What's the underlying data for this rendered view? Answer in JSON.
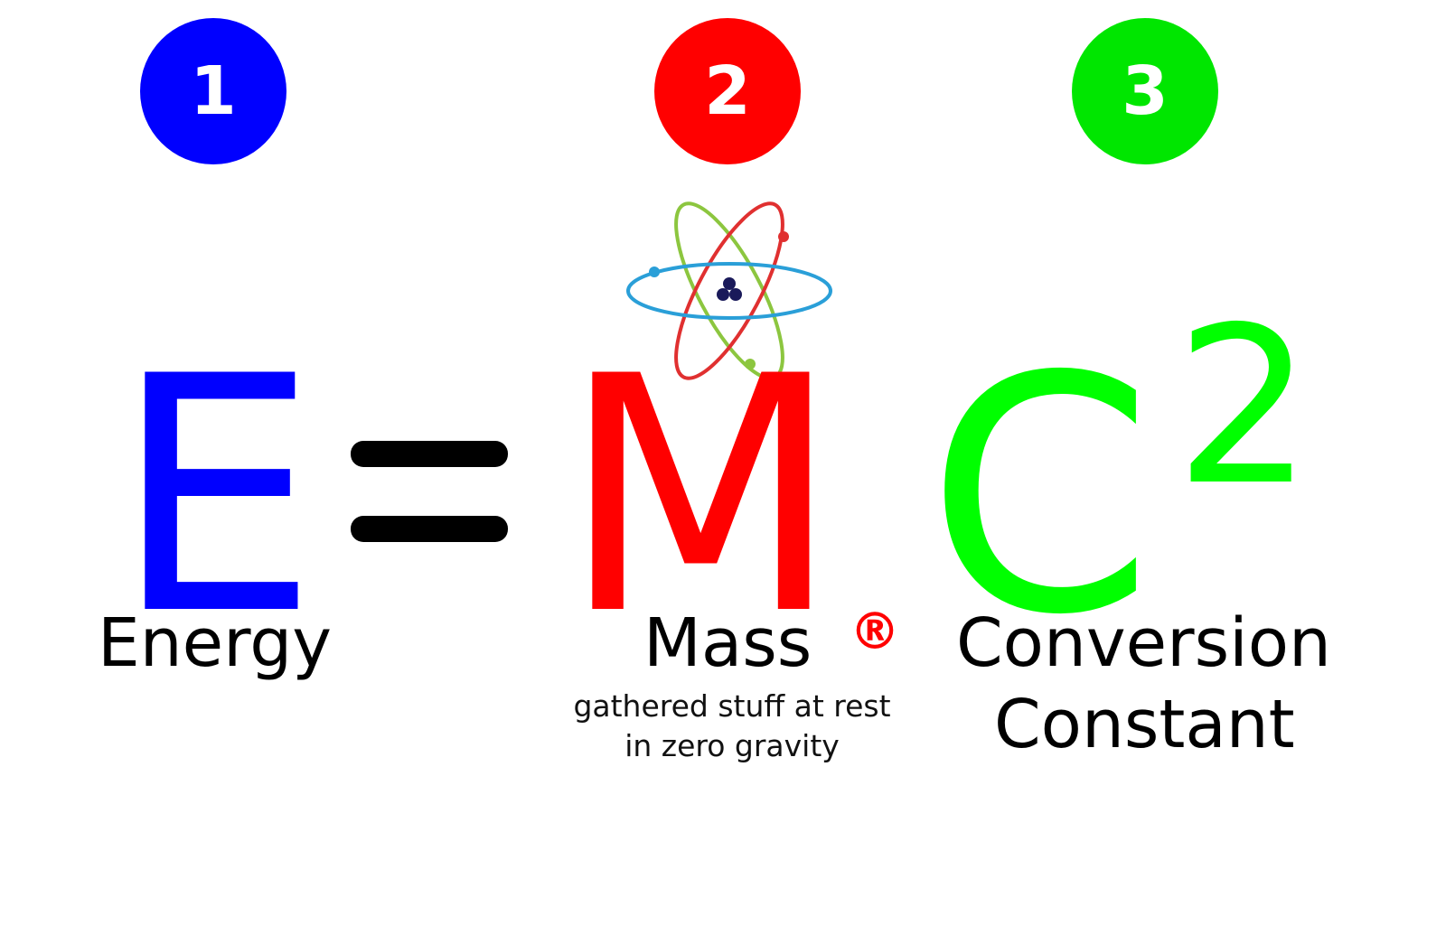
{
  "colors": {
    "energy": "#0000ff",
    "mass": "#ff0000",
    "constant": "#00ff00",
    "equals": "#000000"
  },
  "steps": [
    {
      "number": "1"
    },
    {
      "number": "2"
    },
    {
      "number": "3"
    }
  ],
  "equation": {
    "e": "E",
    "m": "M",
    "c": "C",
    "exponent": "2"
  },
  "labels": {
    "energy": "Energy",
    "mass": "Mass",
    "registered": "®",
    "mass_description_line1": "gathered stuff at rest",
    "mass_description_line2": "in zero gravity",
    "constant_line1": "Conversion",
    "constant_line2": "Constant"
  },
  "icons": {
    "mass_decoration": "atom-icon"
  }
}
